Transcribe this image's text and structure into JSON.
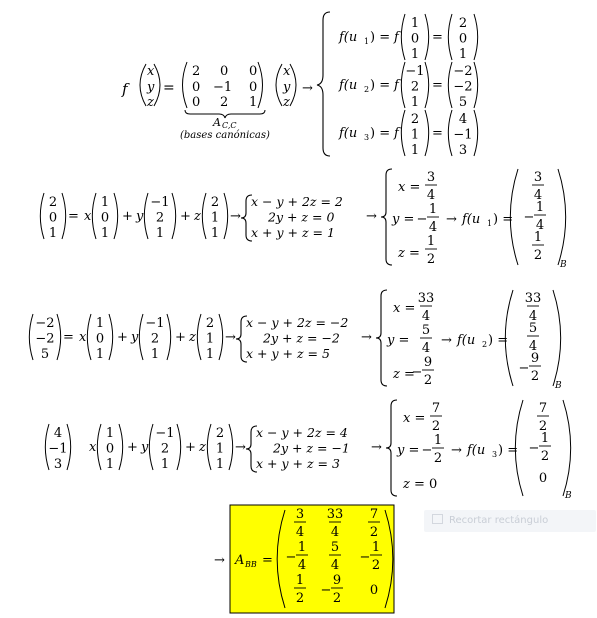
{
  "content": {
    "f_label": "f",
    "vars": [
      "x",
      "y",
      "z"
    ],
    "matrix_acc": [
      [
        "2",
        "0",
        "0"
      ],
      [
        "0",
        "−1",
        "0"
      ],
      [
        "0",
        "2",
        "1"
      ]
    ],
    "acc_label": "A",
    "acc_sub": "C,C",
    "bases_note": "(bases canónicas)",
    "images": [
      {
        "name": "f(u",
        "sub": "1",
        "vec": [
          "1",
          "0",
          "1"
        ],
        "result": [
          "2",
          "0",
          "1"
        ]
      },
      {
        "name": "f(u",
        "sub": "2",
        "vec": [
          "−1",
          "2",
          "1"
        ],
        "result": [
          "−2",
          "−2",
          "5"
        ]
      },
      {
        "name": "f(u",
        "sub": "3",
        "vec": [
          "2",
          "1",
          "1"
        ],
        "result": [
          "4",
          "−1",
          "3"
        ]
      }
    ],
    "basis": [
      [
        "1",
        "0",
        "1"
      ],
      [
        "−1",
        "2",
        "1"
      ],
      [
        "2",
        "1",
        "1"
      ]
    ],
    "systems": [
      {
        "target": [
          "2",
          "0",
          "1"
        ],
        "equations": [
          "x − y + 2z = 2",
          "2y + z = 0",
          "x + y + z = 1"
        ],
        "x": {
          "num": "3",
          "den": "4"
        },
        "y": {
          "sign": "−",
          "num": "1",
          "den": "4"
        },
        "z": {
          "num": "1",
          "den": "2"
        },
        "fu": "f(u",
        "fu_sub": "1",
        "coord": [
          {
            "num": "3",
            "den": "4"
          },
          {
            "sign": "−",
            "num": "1",
            "den": "4"
          },
          {
            "num": "1",
            "den": "2"
          }
        ]
      },
      {
        "target": [
          "−2",
          "−2",
          "5"
        ],
        "equations": [
          "x − y + 2z = −2",
          "2y + z = −2",
          "x + y + z = 5"
        ],
        "x": {
          "num": "33",
          "den": "4"
        },
        "y": {
          "num": "5",
          "den": "4"
        },
        "z": {
          "sign": "−",
          "num": "9",
          "den": "2"
        },
        "fu": "f(u",
        "fu_sub": "2",
        "coord": [
          {
            "num": "33",
            "den": "4"
          },
          {
            "num": "5",
            "den": "4"
          },
          {
            "sign": "−",
            "num": "9",
            "den": "2"
          }
        ]
      },
      {
        "target": [
          "4",
          "−1",
          "3"
        ],
        "equations": [
          "x − y + 2z = 4",
          "2y + z = −1",
          "x + y + z = 3"
        ],
        "x": {
          "num": "7",
          "den": "2"
        },
        "y": {
          "sign": "−",
          "num": "1",
          "den": "2"
        },
        "z": {
          "val": "0"
        },
        "fu": "f(u",
        "fu_sub": "3",
        "coord": [
          {
            "num": "7",
            "den": "2"
          },
          {
            "sign": "−",
            "num": "1",
            "den": "2"
          },
          {
            "val": "0"
          }
        ]
      }
    ],
    "basis_sub": "B",
    "result_label": "A",
    "result_sub": "BB",
    "result_matrix": [
      [
        {
          "num": "3",
          "den": "4"
        },
        {
          "num": "33",
          "den": "4"
        },
        {
          "num": "7",
          "den": "2"
        }
      ],
      [
        {
          "sign": "−",
          "num": "1",
          "den": "4"
        },
        {
          "num": "5",
          "den": "4"
        },
        {
          "sign": "−",
          "num": "1",
          "den": "2"
        }
      ],
      [
        {
          "num": "1",
          "den": "2"
        },
        {
          "sign": "−",
          "num": "9",
          "den": "2"
        },
        {
          "val": "0"
        }
      ]
    ],
    "highlight_color": "#ffff00",
    "overlay_label": "Recortar rectángulo"
  }
}
